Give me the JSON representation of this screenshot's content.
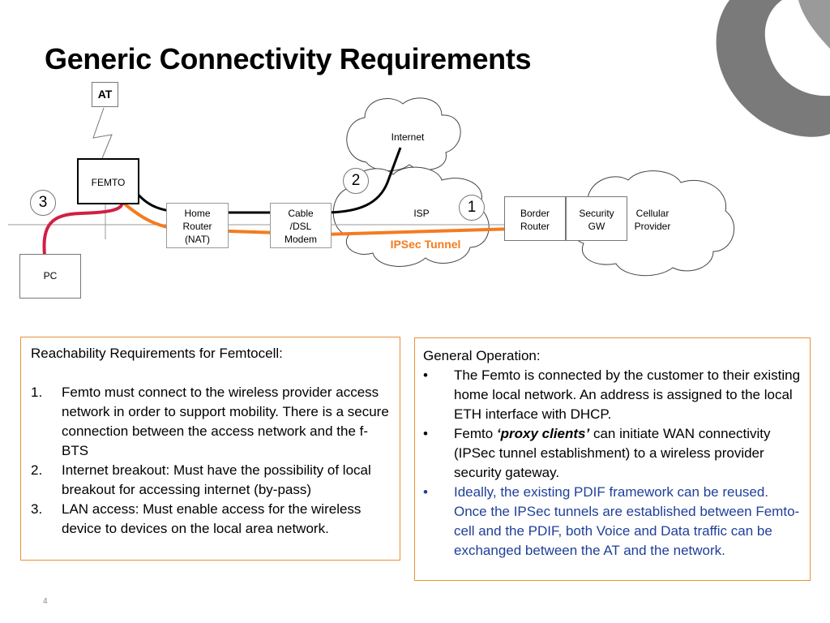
{
  "title": "Generic Connectivity Requirements",
  "colors": {
    "tunnel": "#f47b20",
    "panel_border": "#e8913a",
    "lan_cable": "#d11f45",
    "blue_text": "#1f3f99",
    "logo": "#7a7a7a"
  },
  "diagram": {
    "at": "AT",
    "femto": "FEMTO",
    "pc": "PC",
    "home_router": [
      "Home",
      "Router",
      "(NAT)"
    ],
    "modem": [
      "Cable",
      "/DSL",
      "Modem"
    ],
    "internet": "Internet",
    "isp": "ISP",
    "tunnel_label": "IPSec Tunnel",
    "border_router": [
      "Border",
      "Router"
    ],
    "security_gw": [
      "Security",
      "GW"
    ],
    "cellular": [
      "Cellular",
      "Provider"
    ],
    "markers": [
      "1",
      "2",
      "3"
    ],
    "logo_icon": "globe-logo-icon"
  },
  "reachability": {
    "heading": "Reachability Requirements for Femtocell:",
    "items": [
      {
        "marker": "1.",
        "text": "Femto must connect to the wireless provider access network in order to support mobility. There is a secure connection between the access network and the f-BTS"
      },
      {
        "marker": "2.",
        "text": "Internet breakout: Must have the possibility of local breakout for accessing internet (by-pass)"
      },
      {
        "marker": "3.",
        "text": "LAN access: Must enable access for the wireless device to devices on the local area network."
      }
    ]
  },
  "operation": {
    "heading": "General Operation:",
    "item1": "The Femto is connected by the customer to their existing home local network.  An address is assigned to the local ETH interface with DHCP.",
    "item2_pre": "Femto ",
    "item2_em": "‘proxy clients’",
    "item2_post": " can initiate WAN connectivity (IPSec tunnel establishment) to a wireless provider security gateway.",
    "item3": "Ideally, the existing PDIF framework can be reused. Once the IPSec tunnels are established between Femto-cell and the PDIF, both Voice and Data traffic can be exchanged between the AT and the network.",
    "bullet": "•"
  },
  "page_number": "4"
}
